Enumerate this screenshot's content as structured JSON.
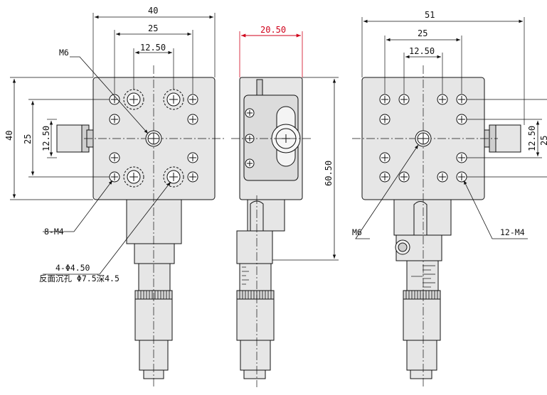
{
  "colors": {
    "line": "#111111",
    "body": "#e6e6e6",
    "body_dark": "#bfbfbf",
    "accent": "#d0021b"
  },
  "left_view": {
    "dim_width": "40",
    "dim_holes": "25",
    "dim_inner": "12.50",
    "dim_height": "40",
    "dim_v_holes": "25",
    "dim_v_inner": "12.50",
    "label_center": "M6",
    "label_tapped": "8-M4",
    "label_counterbore_1": "4-Φ4.50",
    "label_counterbore_2": "反面沉孔 Φ7.5深4.5"
  },
  "side_view": {
    "dim_depth": "20.50",
    "dim_height": "60.50"
  },
  "right_view": {
    "dim_width": "51",
    "dim_holes": "25",
    "dim_inner": "12.50",
    "dim_v_inner": "12.50",
    "dim_v_holes": "25",
    "label_center": "M6",
    "label_tapped": "12-M4"
  }
}
